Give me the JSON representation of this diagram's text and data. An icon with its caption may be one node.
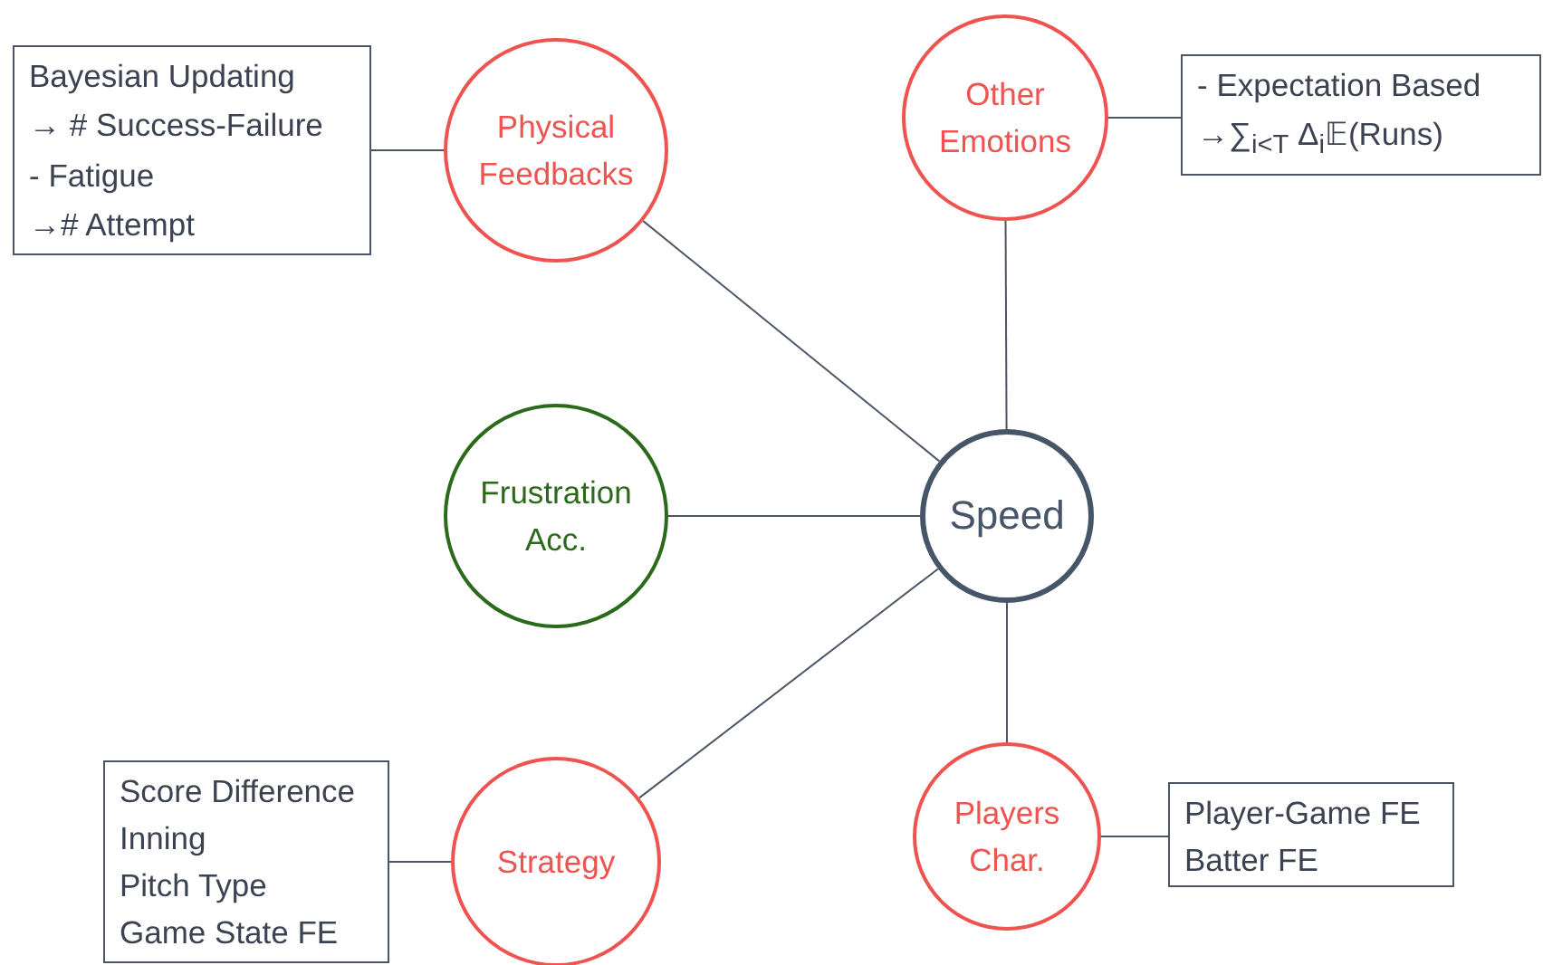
{
  "diagram": {
    "nodes": [
      {
        "text": [
          "Bayesian Updating",
          "→ # Success-Failure",
          "- Fatigue",
          "→# Attempt"
        ]
      },
      {
        "text": [
          "Physical Feedbacks"
        ]
      },
      {
        "text": [
          "Other Emotions"
        ]
      },
      {
        "text": [
          "- Expectation Based",
          "→∑$_{i<T}$ Δ$_{i}$𝔼(Runs)"
        ]
      },
      {
        "text": [
          "Frustration Acc."
        ]
      },
      {
        "text": [
          "Speed"
        ]
      },
      {
        "text": [
          "Score Difference",
          "Inning",
          "Pitch Type",
          "Game State FE"
        ]
      },
      {
        "text": [
          "Strategy"
        ]
      },
      {
        "text": [
          "Players Char."
        ]
      },
      {
        "text": [
          "Player-Game FE",
          "Batter FE"
        ]
      }
    ],
    "edges": [
      {
        "from": 0,
        "to": 1,
        "arrow": "none"
      },
      {
        "from": 2,
        "to": 3,
        "arrow": "none"
      },
      {
        "from": 1,
        "to": 5,
        "arrow": "none"
      },
      {
        "from": 2,
        "to": 5,
        "arrow": "none"
      },
      {
        "from": 4,
        "to": 5,
        "arrow": "none"
      },
      {
        "from": 7,
        "to": 5,
        "arrow": "none"
      },
      {
        "from": 8,
        "to": 5,
        "arrow": "none"
      },
      {
        "from": 6,
        "to": 7,
        "arrow": "none"
      },
      {
        "from": 8,
        "to": 9,
        "arrow": "none"
      }
    ]
  }
}
